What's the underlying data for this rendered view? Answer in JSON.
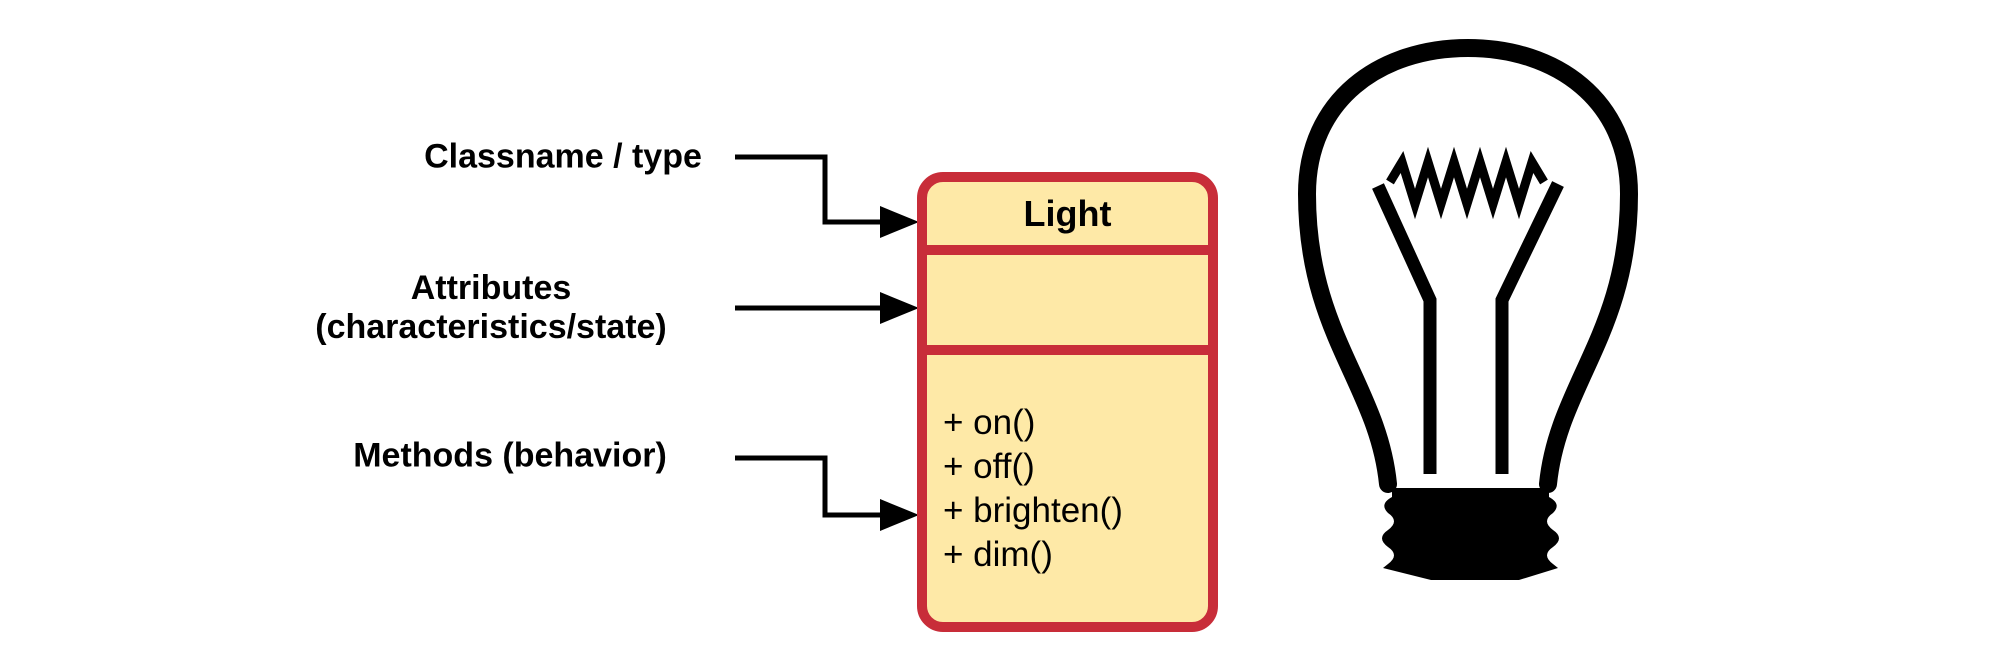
{
  "labels": {
    "classname": "Classname / type",
    "attributes_line1": "Attributes",
    "attributes_line2": "(characteristics/state)",
    "methods": "Methods (behavior)"
  },
  "class_box": {
    "title": "Light",
    "attributes": [],
    "methods": [
      "+ on()",
      "+ off()",
      "+ brighten()",
      "+ dim()"
    ]
  },
  "icons": {
    "lightbulb": "lightbulb-icon"
  },
  "colors": {
    "uml_border": "#C82D39",
    "uml_fill": "#FEE9A7",
    "line": "#000000",
    "background": "#FFFFFF",
    "text": "#000000"
  }
}
